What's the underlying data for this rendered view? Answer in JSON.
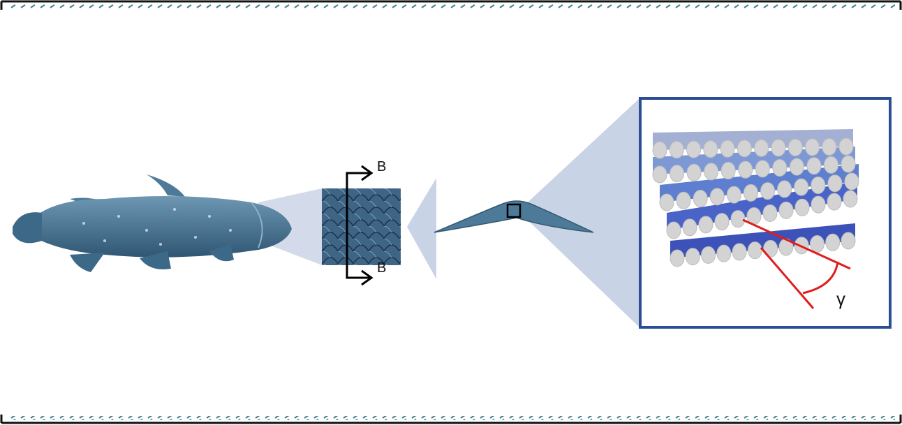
{
  "figure": {
    "labels": {
      "section_top": "B",
      "section_bottom": "B",
      "angle": "γ"
    },
    "colors": {
      "frame": "#111111",
      "dash": "#3f7f8f",
      "cone": "#c9d3e6",
      "box_border": "#2b4d94",
      "fish": "#4d7a99",
      "angle_lines": "#e01c1c"
    }
  }
}
